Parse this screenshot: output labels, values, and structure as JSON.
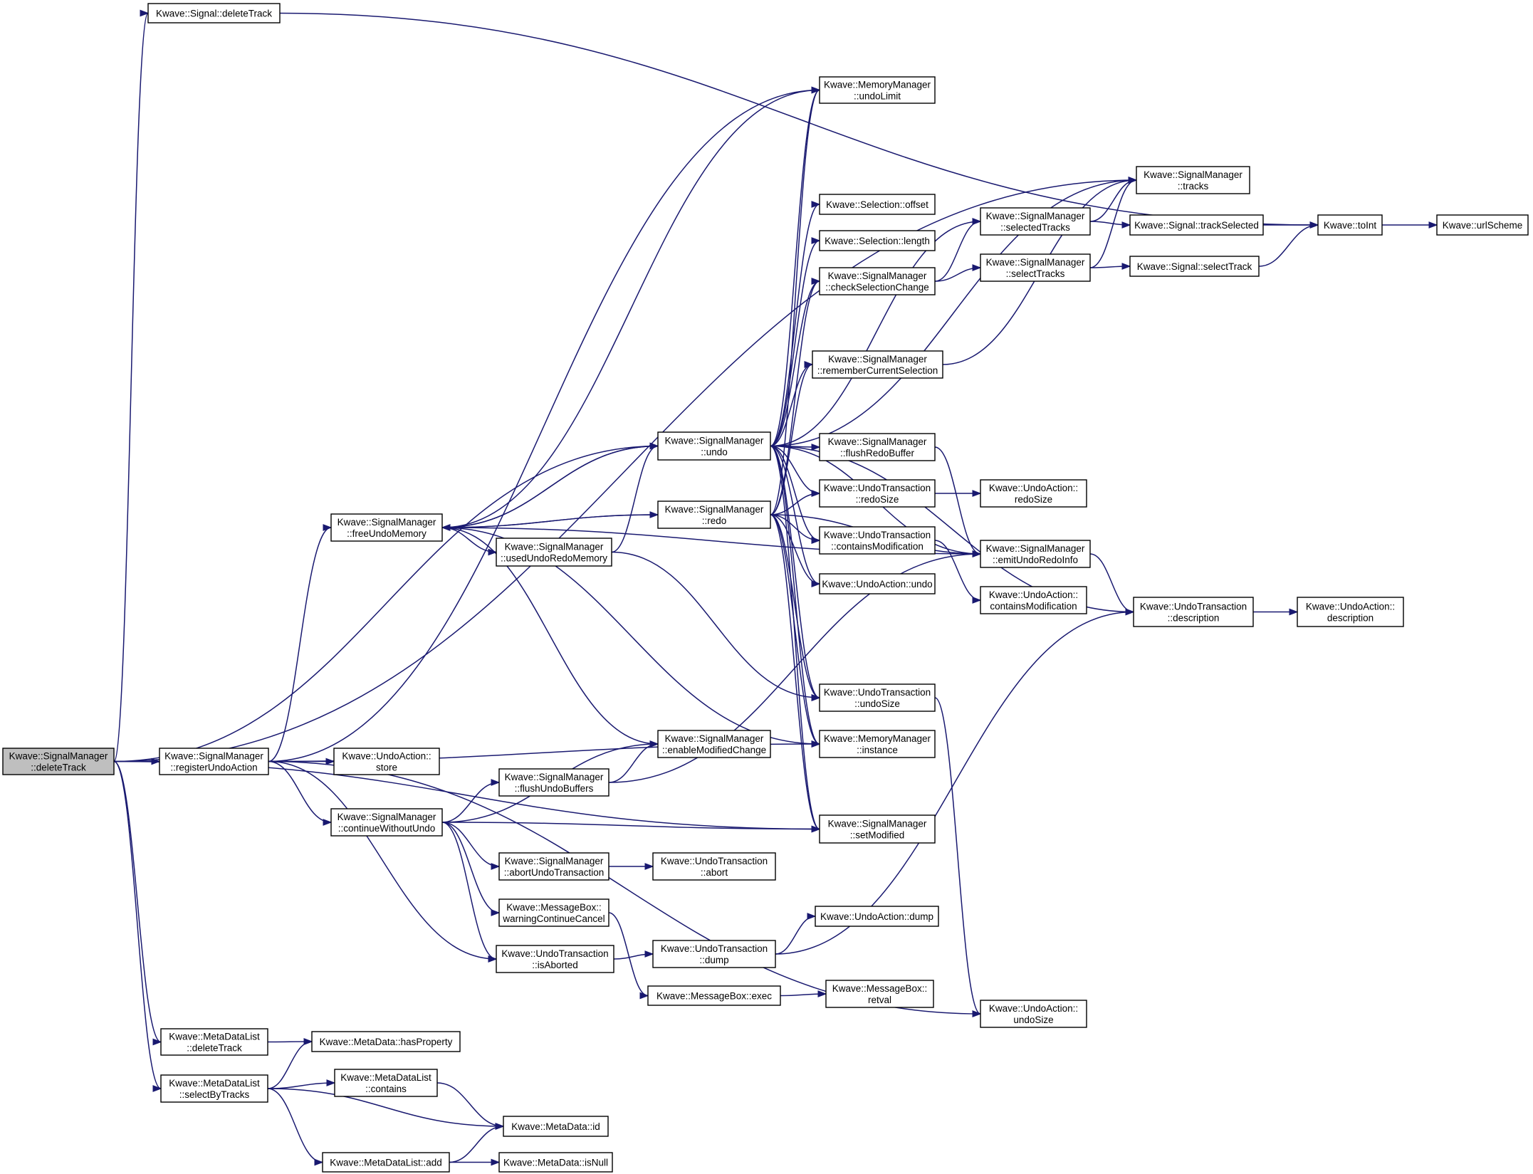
{
  "diagram": {
    "title": "",
    "edge_color": "#191970",
    "root_fill": "#bfbfbf",
    "nodes": [
      {
        "id": "root",
        "lines": [
          "Kwave::SignalManager",
          "::deleteTrack"
        ],
        "root": true
      },
      {
        "id": "sig_deleteTrack",
        "lines": [
          "Kwave::Signal::deleteTrack"
        ]
      },
      {
        "id": "mm_undoLimit",
        "lines": [
          "Kwave::MemoryManager",
          "::undoLimit"
        ]
      },
      {
        "id": "sm_tracks",
        "lines": [
          "Kwave::SignalManager",
          "::tracks"
        ]
      },
      {
        "id": "sel_offset",
        "lines": [
          "Kwave::Selection::offset"
        ]
      },
      {
        "id": "sm_selectedTracks",
        "lines": [
          "Kwave::SignalManager",
          "::selectedTracks"
        ]
      },
      {
        "id": "sig_trackSelected",
        "lines": [
          "Kwave::Signal::trackSelected"
        ]
      },
      {
        "id": "toInt",
        "lines": [
          "Kwave::toInt"
        ]
      },
      {
        "id": "urlScheme",
        "lines": [
          "Kwave::urlScheme"
        ]
      },
      {
        "id": "sel_length",
        "lines": [
          "Kwave::Selection::length"
        ]
      },
      {
        "id": "sm_checkSel",
        "lines": [
          "Kwave::SignalManager",
          "::checkSelectionChange"
        ]
      },
      {
        "id": "sm_selectTracks",
        "lines": [
          "Kwave::SignalManager",
          "::selectTracks"
        ]
      },
      {
        "id": "sig_selectTrack",
        "lines": [
          "Kwave::Signal::selectTrack"
        ]
      },
      {
        "id": "sm_rememberSel",
        "lines": [
          "Kwave::SignalManager",
          "::rememberCurrentSelection"
        ]
      },
      {
        "id": "sm_undo",
        "lines": [
          "Kwave::SignalManager",
          "::undo"
        ]
      },
      {
        "id": "sm_flushRedo",
        "lines": [
          "Kwave::SignalManager",
          "::flushRedoBuffer"
        ]
      },
      {
        "id": "ut_redoSize",
        "lines": [
          "Kwave::UndoTransaction",
          "::redoSize"
        ]
      },
      {
        "id": "ua_redoSize",
        "lines": [
          "Kwave::UndoAction::",
          "redoSize"
        ]
      },
      {
        "id": "sm_redo",
        "lines": [
          "Kwave::SignalManager",
          "::redo"
        ]
      },
      {
        "id": "sm_freeUndo",
        "lines": [
          "Kwave::SignalManager",
          "::freeUndoMemory"
        ]
      },
      {
        "id": "ut_containsMod",
        "lines": [
          "Kwave::UndoTransaction",
          "::containsModification"
        ]
      },
      {
        "id": "sm_emitUndoRedo",
        "lines": [
          "Kwave::SignalManager",
          "::emitUndoRedoInfo"
        ]
      },
      {
        "id": "sm_usedMem",
        "lines": [
          "Kwave::SignalManager",
          "::usedUndoRedoMemory"
        ]
      },
      {
        "id": "ua_undo",
        "lines": [
          "Kwave::UndoAction::undo"
        ]
      },
      {
        "id": "ua_containsMod",
        "lines": [
          "Kwave::UndoAction::",
          "containsModification"
        ]
      },
      {
        "id": "ut_description",
        "lines": [
          "Kwave::UndoTransaction",
          "::description"
        ]
      },
      {
        "id": "ua_description",
        "lines": [
          "Kwave::UndoAction::",
          "description"
        ]
      },
      {
        "id": "ut_undoSize",
        "lines": [
          "Kwave::UndoTransaction",
          "::undoSize"
        ]
      },
      {
        "id": "sm_registerUndo",
        "lines": [
          "Kwave::SignalManager",
          "::registerUndoAction"
        ]
      },
      {
        "id": "ua_store",
        "lines": [
          "Kwave::UndoAction::",
          "store"
        ]
      },
      {
        "id": "sm_enableMod",
        "lines": [
          "Kwave::SignalManager",
          "::enableModifiedChange"
        ]
      },
      {
        "id": "mm_instance",
        "lines": [
          "Kwave::MemoryManager",
          "::instance"
        ]
      },
      {
        "id": "sm_flushUndo",
        "lines": [
          "Kwave::SignalManager",
          "::flushUndoBuffers"
        ]
      },
      {
        "id": "sm_continue",
        "lines": [
          "Kwave::SignalManager",
          "::continueWithoutUndo"
        ]
      },
      {
        "id": "sm_setModified",
        "lines": [
          "Kwave::SignalManager",
          "::setModified"
        ]
      },
      {
        "id": "sm_abortUndo",
        "lines": [
          "Kwave::SignalManager",
          "::abortUndoTransaction"
        ]
      },
      {
        "id": "ut_abort",
        "lines": [
          "Kwave::UndoTransaction",
          "::abort"
        ]
      },
      {
        "id": "mb_warning",
        "lines": [
          "Kwave::MessageBox::",
          "warningContinueCancel"
        ]
      },
      {
        "id": "ua_dump",
        "lines": [
          "Kwave::UndoAction::dump"
        ]
      },
      {
        "id": "ut_isAborted",
        "lines": [
          "Kwave::UndoTransaction",
          "::isAborted"
        ]
      },
      {
        "id": "ut_dump",
        "lines": [
          "Kwave::UndoTransaction",
          "::dump"
        ]
      },
      {
        "id": "mb_exec",
        "lines": [
          "Kwave::MessageBox::exec"
        ]
      },
      {
        "id": "mb_retval",
        "lines": [
          "Kwave::MessageBox::",
          "retval"
        ]
      },
      {
        "id": "ua_undoSize",
        "lines": [
          "Kwave::UndoAction::",
          "undoSize"
        ]
      },
      {
        "id": "mdl_deleteTrack",
        "lines": [
          "Kwave::MetaDataList",
          "::deleteTrack"
        ]
      },
      {
        "id": "md_hasProperty",
        "lines": [
          "Kwave::MetaData::hasProperty"
        ]
      },
      {
        "id": "mdl_selectByTracks",
        "lines": [
          "Kwave::MetaDataList",
          "::selectByTracks"
        ]
      },
      {
        "id": "mdl_contains",
        "lines": [
          "Kwave::MetaDataList",
          "::contains"
        ]
      },
      {
        "id": "md_id",
        "lines": [
          "Kwave::MetaData::id"
        ]
      },
      {
        "id": "mdl_add",
        "lines": [
          "Kwave::MetaDataList::add"
        ]
      },
      {
        "id": "md_isNull",
        "lines": [
          "Kwave::MetaData::isNull"
        ]
      }
    ],
    "edges": [
      [
        "root",
        "sig_deleteTrack"
      ],
      [
        "root",
        "sm_tracks"
      ],
      [
        "root",
        "sm_undo"
      ],
      [
        "root",
        "sm_registerUndo"
      ],
      [
        "root",
        "sm_setModified"
      ],
      [
        "root",
        "mdl_deleteTrack"
      ],
      [
        "root",
        "mdl_selectByTracks"
      ],
      [
        "sig_deleteTrack",
        "toInt"
      ],
      [
        "sm_selectedTracks",
        "sm_tracks"
      ],
      [
        "sm_selectedTracks",
        "sig_trackSelected"
      ],
      [
        "sig_trackSelected",
        "toInt"
      ],
      [
        "toInt",
        "urlScheme"
      ],
      [
        "sm_checkSel",
        "sm_selectedTracks"
      ],
      [
        "sm_checkSel",
        "sm_selectTracks"
      ],
      [
        "sm_selectTracks",
        "sm_tracks"
      ],
      [
        "sm_selectTracks",
        "sig_selectTrack"
      ],
      [
        "sig_selectTrack",
        "toInt"
      ],
      [
        "sm_rememberSel",
        "sm_tracks"
      ],
      [
        "sm_undo",
        "mm_undoLimit"
      ],
      [
        "sm_undo",
        "sm_tracks"
      ],
      [
        "sm_undo",
        "sel_offset"
      ],
      [
        "sm_undo",
        "sm_selectedTracks"
      ],
      [
        "sm_undo",
        "sel_length"
      ],
      [
        "sm_undo",
        "sm_checkSel"
      ],
      [
        "sm_undo",
        "sm_rememberSel"
      ],
      [
        "sm_undo",
        "sm_flushRedo"
      ],
      [
        "sm_undo",
        "ut_redoSize"
      ],
      [
        "sm_undo",
        "sm_freeUndo"
      ],
      [
        "sm_undo",
        "ut_containsMod"
      ],
      [
        "sm_undo",
        "sm_emitUndoRedo"
      ],
      [
        "sm_undo",
        "ua_undo"
      ],
      [
        "sm_undo",
        "ut_description"
      ],
      [
        "sm_undo",
        "ut_undoSize"
      ],
      [
        "sm_undo",
        "mm_instance"
      ],
      [
        "sm_undo",
        "sm_setModified"
      ],
      [
        "sm_flushRedo",
        "sm_emitUndoRedo"
      ],
      [
        "ut_redoSize",
        "ua_redoSize"
      ],
      [
        "sm_redo",
        "mm_undoLimit"
      ],
      [
        "sm_redo",
        "sm_checkSel"
      ],
      [
        "sm_redo",
        "sm_rememberSel"
      ],
      [
        "sm_redo",
        "ut_redoSize"
      ],
      [
        "sm_redo",
        "sm_freeUndo"
      ],
      [
        "sm_redo",
        "ut_containsMod"
      ],
      [
        "sm_redo",
        "sm_emitUndoRedo"
      ],
      [
        "sm_redo",
        "ua_undo"
      ],
      [
        "sm_redo",
        "ut_undoSize"
      ],
      [
        "sm_redo",
        "mm_instance"
      ],
      [
        "sm_redo",
        "sm_setModified"
      ],
      [
        "sm_freeUndo",
        "sm_undo"
      ],
      [
        "sm_freeUndo",
        "sm_redo"
      ],
      [
        "sm_freeUndo",
        "sm_usedMem"
      ],
      [
        "sm_freeUndo",
        "mm_undoLimit"
      ],
      [
        "sm_freeUndo",
        "sm_emitUndoRedo"
      ],
      [
        "sm_freeUndo",
        "sm_enableMod"
      ],
      [
        "sm_freeUndo",
        "mm_instance"
      ],
      [
        "sm_usedMem",
        "sm_undo"
      ],
      [
        "sm_usedMem",
        "ut_undoSize"
      ],
      [
        "ut_containsMod",
        "ua_containsMod"
      ],
      [
        "sm_emitUndoRedo",
        "ut_description"
      ],
      [
        "ut_description",
        "ua_description"
      ],
      [
        "ut_undoSize",
        "ua_undoSize"
      ],
      [
        "sm_registerUndo",
        "sm_freeUndo"
      ],
      [
        "sm_registerUndo",
        "ua_store"
      ],
      [
        "sm_registerUndo",
        "mm_undoLimit"
      ],
      [
        "sm_registerUndo",
        "mm_instance"
      ],
      [
        "sm_registerUndo",
        "sm_continue"
      ],
      [
        "sm_registerUndo",
        "ut_isAborted"
      ],
      [
        "sm_registerUndo",
        "ua_undoSize"
      ],
      [
        "sm_flushUndo",
        "sm_enableMod"
      ],
      [
        "sm_flushUndo",
        "sm_emitUndoRedo"
      ],
      [
        "sm_continue",
        "sm_flushUndo"
      ],
      [
        "sm_continue",
        "sm_enableMod"
      ],
      [
        "sm_continue",
        "sm_setModified"
      ],
      [
        "sm_continue",
        "sm_abortUndo"
      ],
      [
        "sm_continue",
        "mb_warning"
      ],
      [
        "sm_continue",
        "ut_isAborted"
      ],
      [
        "sm_abortUndo",
        "ut_abort"
      ],
      [
        "mb_warning",
        "mb_exec"
      ],
      [
        "ut_isAborted",
        "ut_dump"
      ],
      [
        "ut_dump",
        "ua_dump"
      ],
      [
        "ut_dump",
        "ut_description"
      ],
      [
        "mb_exec",
        "mb_retval"
      ],
      [
        "mdl_deleteTrack",
        "md_hasProperty"
      ],
      [
        "mdl_selectByTracks",
        "md_hasProperty"
      ],
      [
        "mdl_selectByTracks",
        "mdl_contains"
      ],
      [
        "mdl_selectByTracks",
        "md_id"
      ],
      [
        "mdl_selectByTracks",
        "mdl_add"
      ],
      [
        "mdl_contains",
        "md_id"
      ],
      [
        "mdl_add",
        "md_id"
      ],
      [
        "mdl_add",
        "md_isNull"
      ]
    ]
  }
}
